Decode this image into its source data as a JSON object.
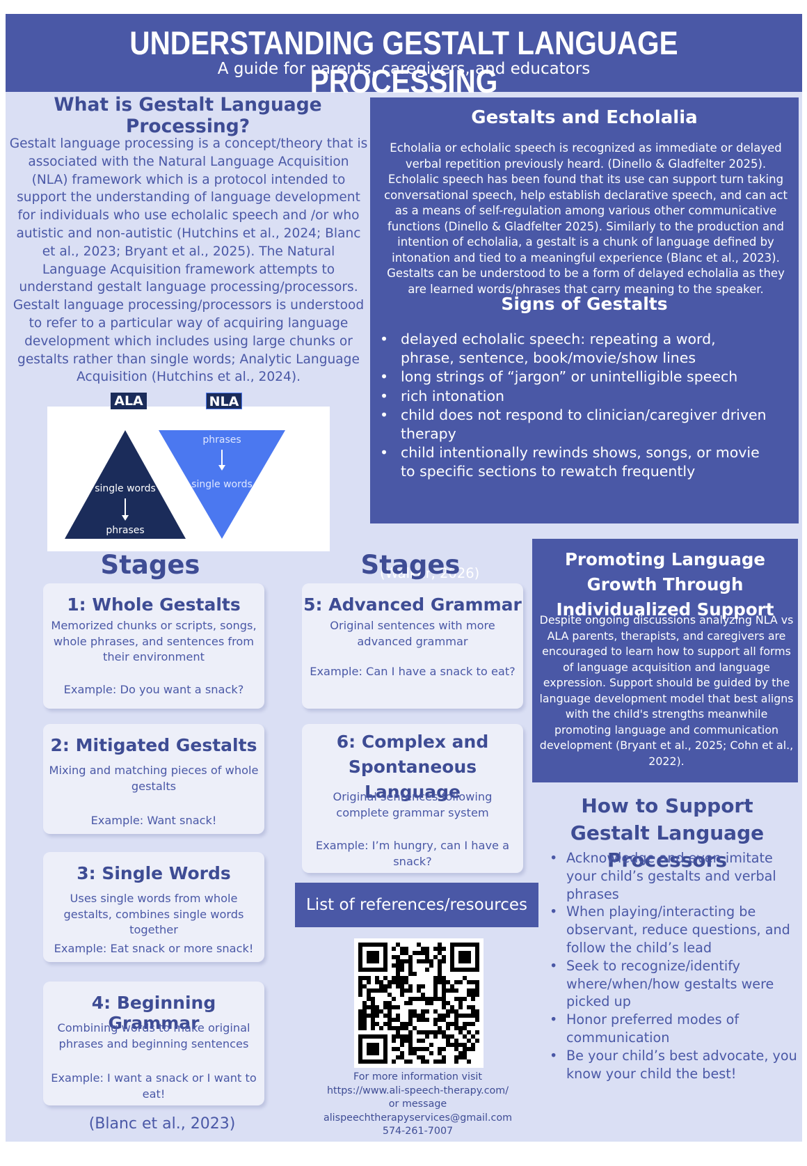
{
  "header": {
    "title": "UNDERSTANDING GESTALT LANGUAGE PROCESSING",
    "subtitle": "A guide for parents, caregivers, and educators"
  },
  "what_is": {
    "heading": "What is Gestalt Language Processing?",
    "body": "Gestalt language processing is a concept/theory that is associated with the Natural Language Acquisition (NLA) framework which is a protocol intended to support the understanding of  language development for individuals who use echolalic speech and /or who autistic and non-autistic  (Hutchins et al., 2024; Blanc et al., 2023; Bryant et al., 2025). The Natural Language Acquisition framework attempts to understand gestalt language processing/processors. Gestalt language processing/processors is understood to refer to a particular way of acquiring language development which includes using large chunks or gestalts rather than single words; Analytic Language Acquisition (Hutchins et al., 2024)."
  },
  "diagram": {
    "ala_label": "ALA",
    "nla_label": "NLA",
    "ala_top": "single words",
    "ala_bottom": "phrases",
    "nla_top": "phrases",
    "nla_bottom": "single words",
    "colors": {
      "ala": "#1b2c5a",
      "nla": "#4b78f0",
      "label_bg": "#1b2c5a"
    }
  },
  "gestalts_echolalia": {
    "heading": "Gestalts and Echolalia",
    "body": "Echolalia or echolalic speech is recognized as immediate or delayed verbal repetition previously heard. (Dinello & Gladfelter 2025). Echolalic speech has been found that its use can  support turn taking conversational speech, help establish declarative speech, and can act as a means of self-regulation among various other communicative functions (Dinello & Gladfelter 2025). Similarly to the production and intention of echolalia, a gestalt is a chunk of language defined by intonation and tied to a meaningful experience (Blanc et al., 2023). Gestalts can be understood to be a form of delayed echolalia as they are learned words/phrases that carry meaning to the speaker."
  },
  "signs": {
    "heading": "Signs of Gestalts",
    "items": [
      " delayed echolalic speech: repeating a word, phrase, sentence, book/movie/show lines",
      "long strings of “jargon” or unintelligible speech",
      "rich intonation",
      "child does not respond to clinician/caregiver driven therapy",
      "child intentionally rewinds shows, songs, or movie to specific sections to rewatch frequently"
    ],
    "citation": "(Walker, 2026)"
  },
  "stages_heading": "Stages",
  "stages": [
    {
      "title": "1: Whole Gestalts",
      "desc": "Memorized chunks or scripts, songs, whole phrases, and sentences from their environment",
      "example": "Example: Do you want a snack?"
    },
    {
      "title": "2: Mitigated Gestalts",
      "desc": "Mixing and matching pieces of whole gestalts",
      "example": "Example: Want snack!"
    },
    {
      "title": "3: Single Words",
      "desc": "Uses single words from whole gestalts, combines single words together",
      "example": "Example: Eat snack or more snack!"
    },
    {
      "title": "4: Beginning Grammar",
      "desc": "Combining words to make original phrases and beginning sentences",
      "example": "Example: I want a snack or I want to eat!"
    },
    {
      "title": "5: Advanced Grammar",
      "desc": "Original sentences with more advanced grammar",
      "example": "Example: Can I have a snack to eat?"
    },
    {
      "title": "6: Complex and Spontaneous Language",
      "desc": "Original sentences following complete grammar system",
      "example": "Example: I’m hungry, can I have a snack?"
    }
  ],
  "stages_citation": "(Blanc et al., 2023)",
  "promoting": {
    "heading": "Promoting Language Growth Through Individualized Support",
    "body": "Despite ongoing discussions analyzing NLA vs ALA  parents, therapists, and caregivers are encouraged to learn how to support all forms of language acquisition and language expression. Support should be guided by the language development model that best aligns with the child's strengths meanwhile promoting language and communication development (Bryant et al., 2025; Cohn et al., 2022)."
  },
  "how_to": {
    "heading": "How to Support Gestalt Language Processors",
    "items": [
      "Acknowledge and even imitate your child’s  gestalts and  verbal phrases",
      "When playing/interacting be observant, reduce questions, and follow the child’s lead",
      "Seek to recognize/identify where/when/how gestalts were picked up",
      "Honor preferred modes of communication",
      "Be your child’s best advocate, you know your child the best!"
    ]
  },
  "references": {
    "label": "List of references/resources",
    "line1": "For more information visit",
    "url": "https://www.ali-speech-therapy.com/",
    "line3": "or message",
    "email": "alispeechtherapyservices@gmail.com",
    "phone": "574-261-7007"
  },
  "colors": {
    "panel": "#4a58a6",
    "background": "#dadff4",
    "heading": "#3e4c94",
    "card": "#edeff9"
  }
}
